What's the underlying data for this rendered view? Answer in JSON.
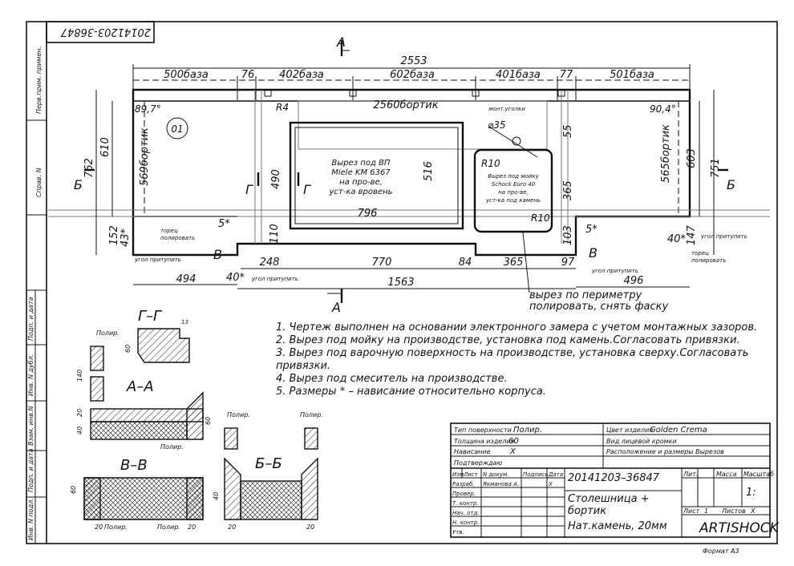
{
  "stamp": {
    "code_box": "20141203-36847"
  },
  "side_labels": [
    "Перв.прим. примен.",
    "Справ. N",
    "Подп. и дата",
    "Инв. N дубл.",
    "Взам. инв.N",
    "Подп. и дата",
    "Инв. N подл."
  ],
  "dims": {
    "overall": "2553",
    "top": [
      "500база",
      "76",
      "402база",
      "602база",
      "401база",
      "77",
      "501база"
    ],
    "rim_total": "2560бортик",
    "left_rim": "569бортик",
    "right_rim": "565бортик",
    "left_h1": "762",
    "left_h2": "610",
    "left_h3": "152",
    "right_h1": "751",
    "right_h2": "603",
    "right_h3": "147",
    "cut_h": "490",
    "cut_w": "796",
    "cut_516": "516",
    "sink_h": "365",
    "sink_55": "55",
    "sink_103": "103",
    "h110": "110",
    "diam": "⌀35",
    "r4": "R4",
    "r10a": "R10",
    "r10b": "R10",
    "a89": "89,7°",
    "a90": "90,4°",
    "a43": "43*",
    "a40l": "40*",
    "a40r": "40*",
    "a5l": "5*",
    "a5r": "5*",
    "b248": "248",
    "b770": "770",
    "b84": "84",
    "b365": "365",
    "b97": "97",
    "b494": "494",
    "b1563": "1563",
    "b496": "496",
    "item": "01"
  },
  "labels": {
    "hob_cut": [
      "Вырез под ВП",
      "Miele KM 6367",
      "на про-ве,",
      "уст-ка вровень"
    ],
    "sink_cut": [
      "Вырез под мойку",
      "Schock Euro 40",
      "на про-ве,",
      "уст-ка под камень"
    ],
    "mont_corner": "монт.уголки",
    "torec_l": [
      "торец",
      "полировать"
    ],
    "torec_r": [
      "торец",
      "полировать"
    ],
    "corner_round_l": "угол притупить",
    "corner_round_m": "угол притупить",
    "corner_round_r": "угол притупить",
    "corner_round_rr": "угол притупить",
    "perimeter": [
      "вырез по периметру",
      "полировать, снять фаску"
    ],
    "sec_A": "А",
    "sec_A2": "А",
    "sec_B_l": "Б",
    "sec_B_r": "Б",
    "sec_G_l": "Г",
    "sec_G_r": "Г",
    "sec_V_l": "В",
    "sec_V_r": "В"
  },
  "sections": {
    "GG": "Г–Г",
    "AA": "А–А",
    "VV": "В–В",
    "BB": "Б–Б",
    "polir": "Полир.",
    "n13": "13",
    "n60": "60",
    "n140": "140",
    "n20": "20",
    "n40": "40"
  },
  "notes": [
    "1.   Чертеж выполнен на основании электронного замера с учетом монтажных зазоров.",
    "2.   Вырез под мойку на производстве, установка под камень.Согласовать привязки.",
    "3.   Вырез под варочную поверхность на производстве, установка сверху.Согласовать",
    "      привязки.",
    "4.   Вырез под смеситель на производстве.",
    "5.   Размеры * – нависание относительно корпуса."
  ],
  "title_block": {
    "surface_type": "Тип поверхности",
    "surface_val": "Полир.",
    "thickness": "Толщина изделия",
    "thickness_val": "60",
    "overhang": "Нависание",
    "overhang_val": "X",
    "confirm": "Подтверждаю",
    "color": "Цвет изделия",
    "color_val": "Golden Crema",
    "edge_view": "Вид лицевой кромки",
    "cut_layout": "Расположение и размеры Вырезов",
    "heads": [
      "Изм",
      "Лист",
      "N докум.",
      "Подпись",
      "Дата"
    ],
    "rows": [
      "Разраб.",
      "Провер.",
      "Т. контр.",
      "Нач. отд.",
      "Н. контр.",
      "Утв."
    ],
    "author": "Якманова А.",
    "date_x": "X",
    "code": "20141203–36847",
    "name1": "Столешница +",
    "name2": "бортик",
    "material": "Нат.камень, 20мм",
    "lit": "Лит.",
    "mass": "Масса",
    "scale": "Масштаб",
    "scale_val": "1:",
    "sheet": "Лист",
    "sheet_n": "1",
    "sheets": "Листов",
    "sheets_n": "X",
    "company": "ARTISHOCK",
    "format": "Формат А3"
  }
}
